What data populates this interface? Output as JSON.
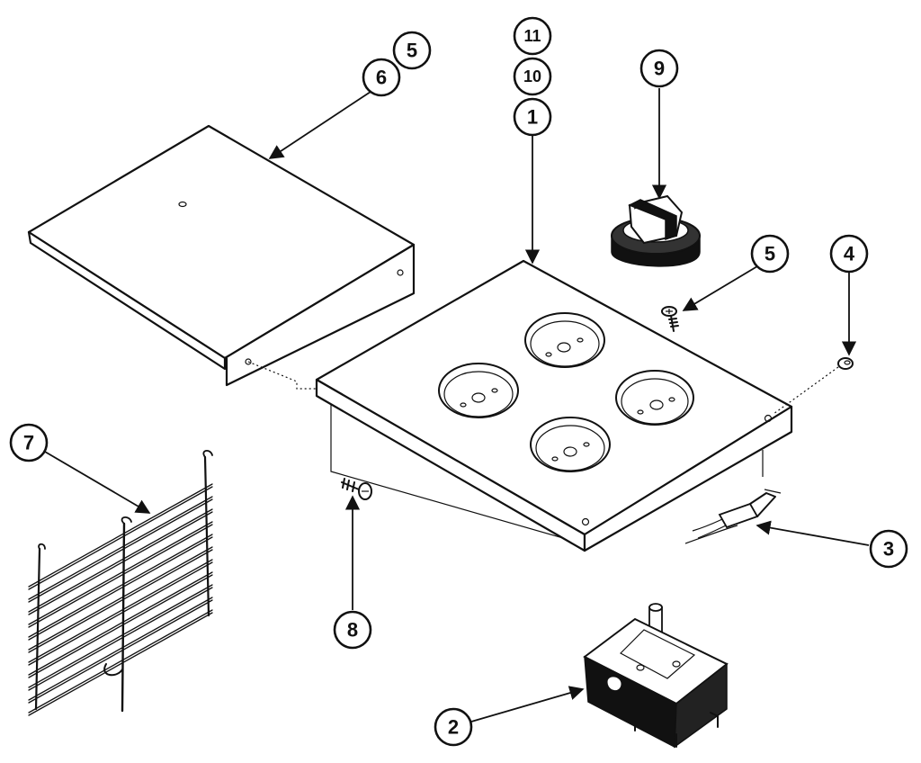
{
  "callouts": [
    {
      "id": "c11",
      "label": "11"
    },
    {
      "id": "c10",
      "label": "10"
    },
    {
      "id": "c1",
      "label": "1"
    },
    {
      "id": "c9",
      "label": "9"
    },
    {
      "id": "c5a",
      "label": "5"
    },
    {
      "id": "c6",
      "label": "6"
    },
    {
      "id": "c5b",
      "label": "5"
    },
    {
      "id": "c4",
      "label": "4"
    },
    {
      "id": "c7",
      "label": "7"
    },
    {
      "id": "c8",
      "label": "8"
    },
    {
      "id": "c3",
      "label": "3"
    },
    {
      "id": "c2",
      "label": "2"
    }
  ],
  "colors": {
    "ink": "#111111",
    "paper": "#ffffff"
  }
}
